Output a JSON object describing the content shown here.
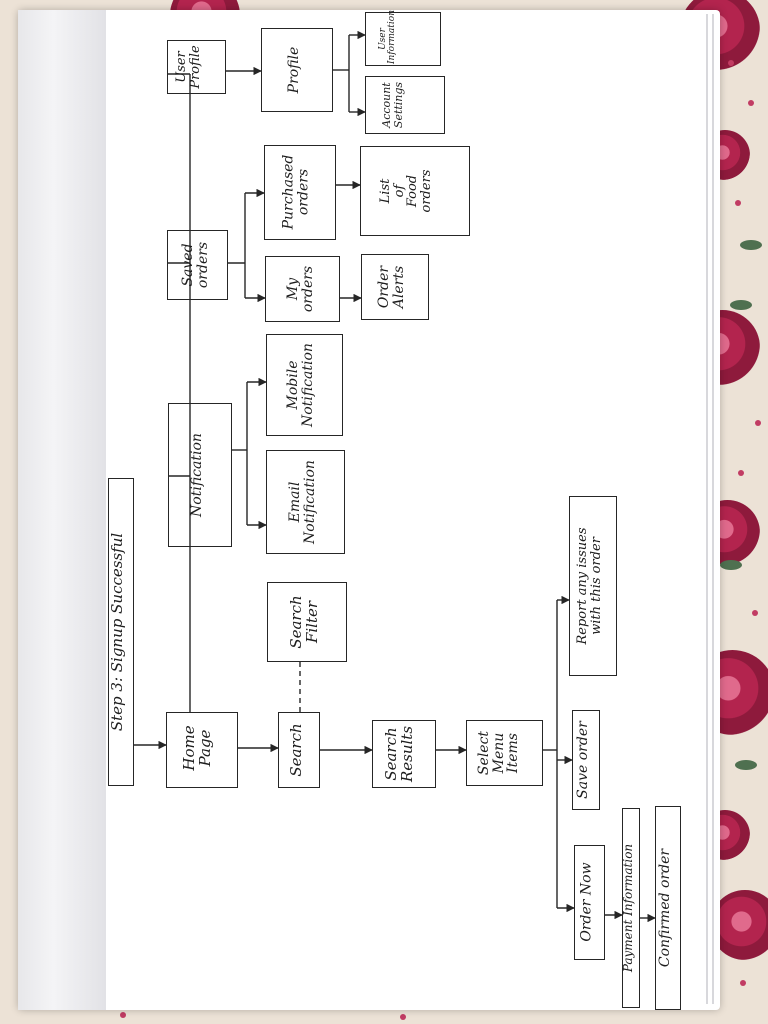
{
  "diagram": {
    "title": "Step 3: Signup Successful",
    "nodes": {
      "home_page": "Home\nPage",
      "search": "Search",
      "search_filter": "Search\nFilter",
      "search_results": "Search\nResults",
      "select_menu_items": "Select\nMenu\nItems",
      "save_order": "Save order",
      "report_issues": "Report any issues\nwith this order",
      "order_now": "Order Now",
      "payment_information": "Payment Information",
      "confirmed_order": "Confirmed order",
      "notification": "Notification",
      "email_notification": "Email\nNotification",
      "mobile_notification": "Mobile\nNotification",
      "saved_orders": "Saved\norders",
      "my_orders": "My\norders",
      "order_alerts": "Order\nAlerts",
      "purchased_orders": "Purchased\norders",
      "list_of_food_orders": "List\nof\nFood\norders",
      "user_profile": "User\nProfile",
      "profile": "Profile",
      "account_settings": "Account\nSettings",
      "user_information": "User\nInformation"
    },
    "edges": [
      [
        "title",
        "home_page"
      ],
      [
        "home_page",
        "search"
      ],
      [
        "search",
        "search_filter"
      ],
      [
        "search",
        "search_results"
      ],
      [
        "search_results",
        "select_menu_items"
      ],
      [
        "select_menu_items",
        "save_order"
      ],
      [
        "select_menu_items",
        "report_issues"
      ],
      [
        "select_menu_items",
        "order_now"
      ],
      [
        "order_now",
        "payment_information"
      ],
      [
        "payment_information",
        "confirmed_order"
      ],
      [
        "home_page",
        "notification"
      ],
      [
        "notification",
        "email_notification"
      ],
      [
        "notification",
        "mobile_notification"
      ],
      [
        "home_page",
        "saved_orders"
      ],
      [
        "saved_orders",
        "my_orders"
      ],
      [
        "saved_orders",
        "purchased_orders"
      ],
      [
        "my_orders",
        "order_alerts"
      ],
      [
        "purchased_orders",
        "list_of_food_orders"
      ],
      [
        "home_page",
        "user_profile"
      ],
      [
        "user_profile",
        "profile"
      ],
      [
        "profile",
        "account_settings"
      ],
      [
        "profile",
        "user_information"
      ]
    ]
  }
}
